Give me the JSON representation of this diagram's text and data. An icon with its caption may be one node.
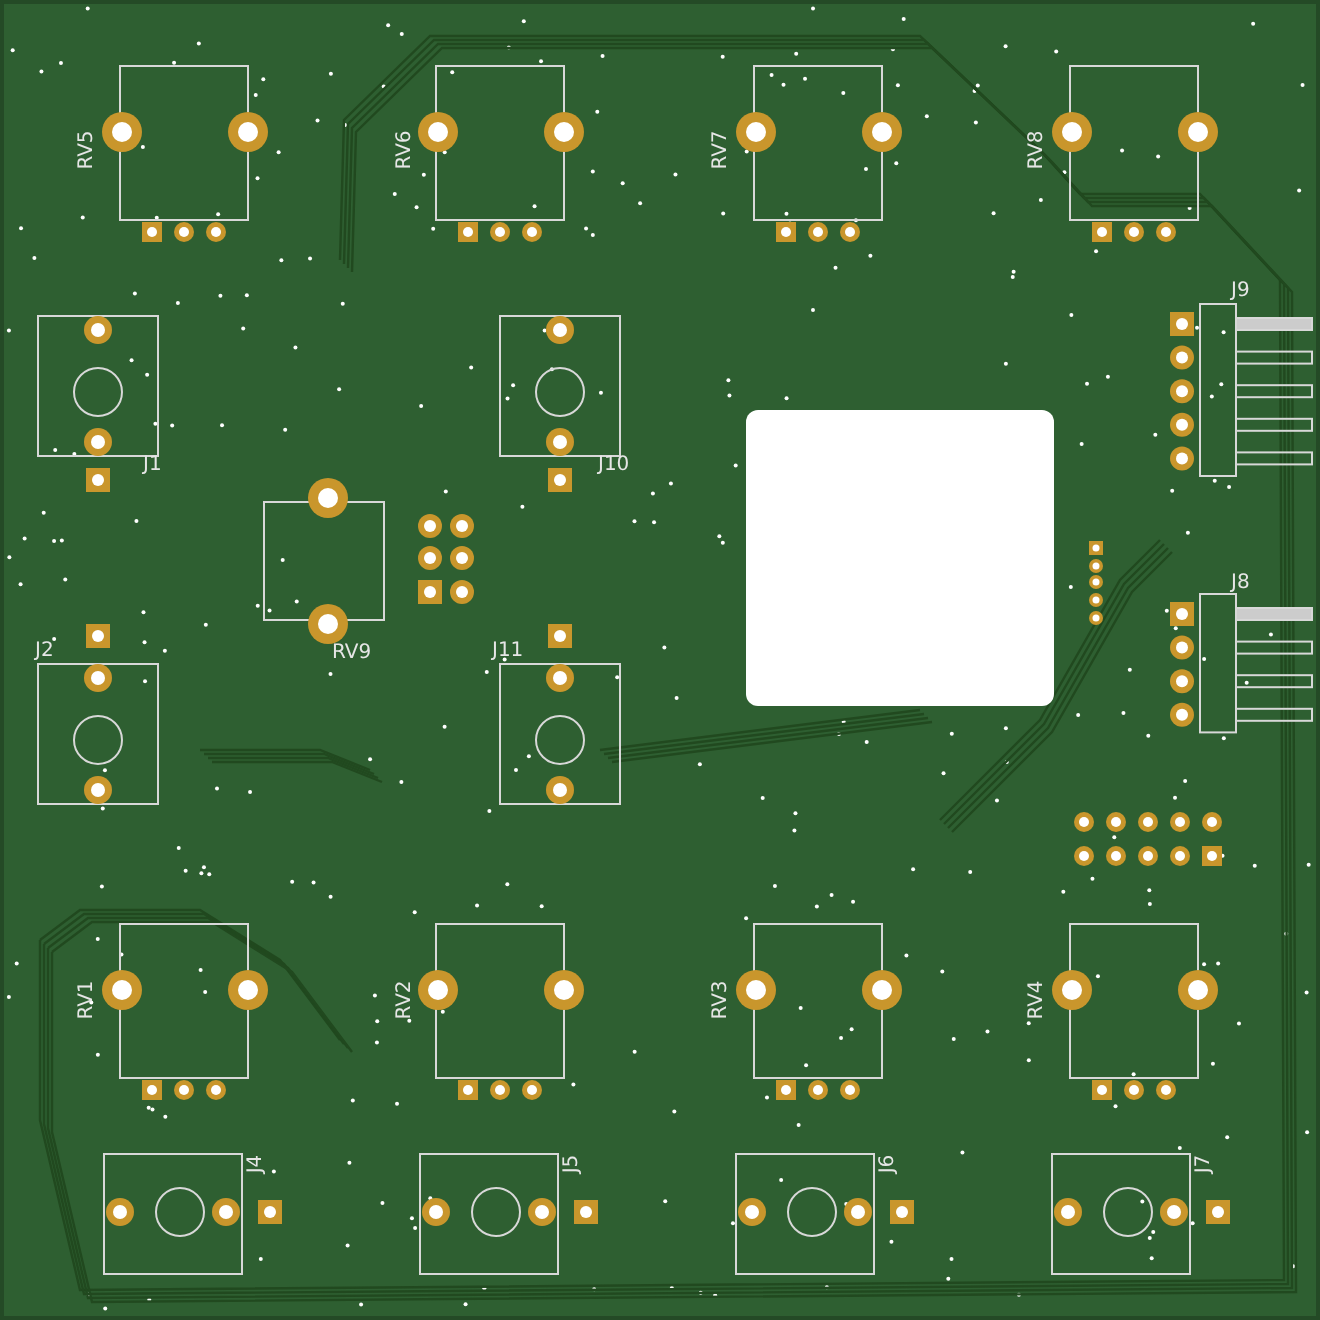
{
  "diagram": {
    "labels": [
      "RV5",
      "RV6",
      "RV7",
      "RV8",
      "J9",
      "J1",
      "J10",
      "J8",
      "J2",
      "RV9",
      "J11",
      "RV1",
      "RV2",
      "RV3",
      "RV4",
      "J4",
      "J5",
      "J6",
      "J7"
    ]
  }
}
